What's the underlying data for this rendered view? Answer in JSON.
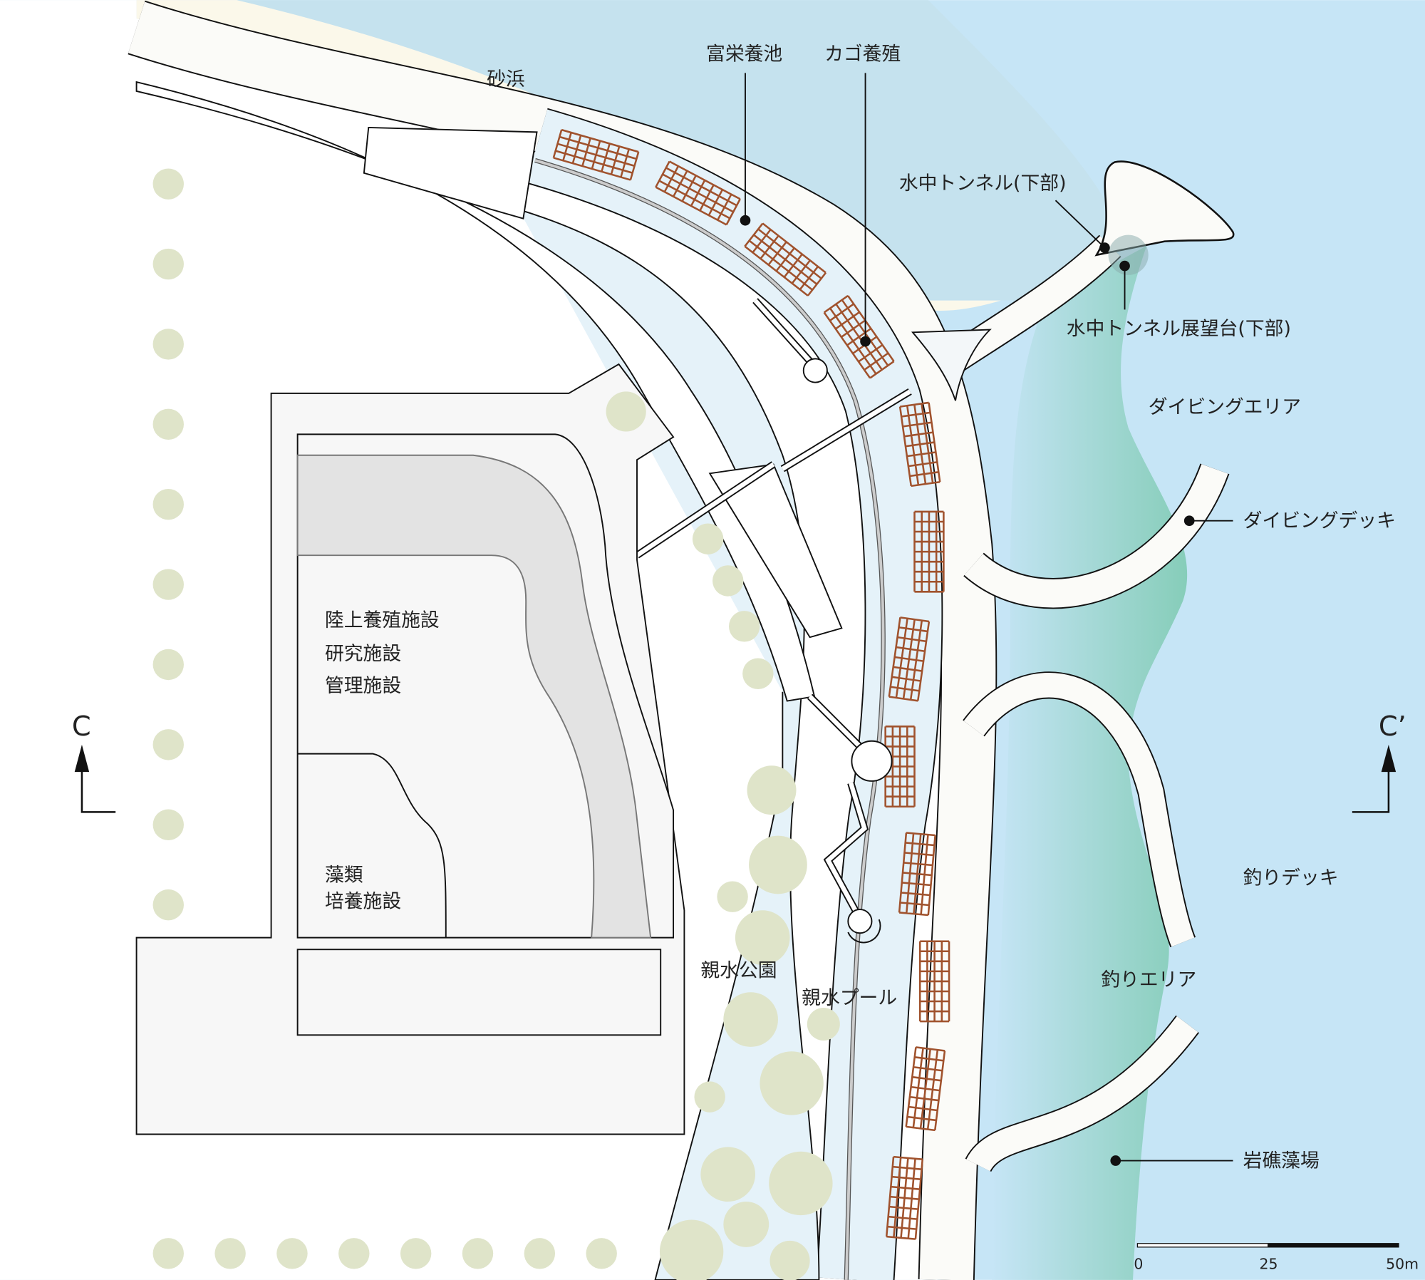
{
  "labels": {
    "beach": "砂浜",
    "eutrophic_pond": "富栄養池",
    "cage_culture": "カゴ養殖",
    "underwater_tunnel": "水中トンネル(下部)",
    "tunnel_observatory": "水中トンネル展望台(下部)",
    "diving_area": "ダイビングエリア",
    "diving_deck": "ダイビングデッキ",
    "fishing_deck": "釣りデッキ",
    "fishing_area": "釣りエリア",
    "rocky_reef": "岩礁藻場",
    "waterside_park": "親水公園",
    "waterside_pool": "親水プール",
    "facility_1": "陸上養殖施設",
    "facility_2": "研究施設",
    "facility_3": "管理施設",
    "algae_1": "藻類",
    "algae_2": "培養施設"
  },
  "section": {
    "left": "C",
    "right": "C’"
  },
  "scale_bar": {
    "ticks": [
      "0",
      "25",
      "50m"
    ]
  },
  "colors": {
    "sea": "#c6e5f6",
    "shallow_sea": "#c5e2ee",
    "beach": "#fbf8ea",
    "pond": "#e5f2f9",
    "reef": "#86cdb9",
    "cage": "#a0522d",
    "tree": "#dfe4c9",
    "land": "#f7f7f7"
  }
}
